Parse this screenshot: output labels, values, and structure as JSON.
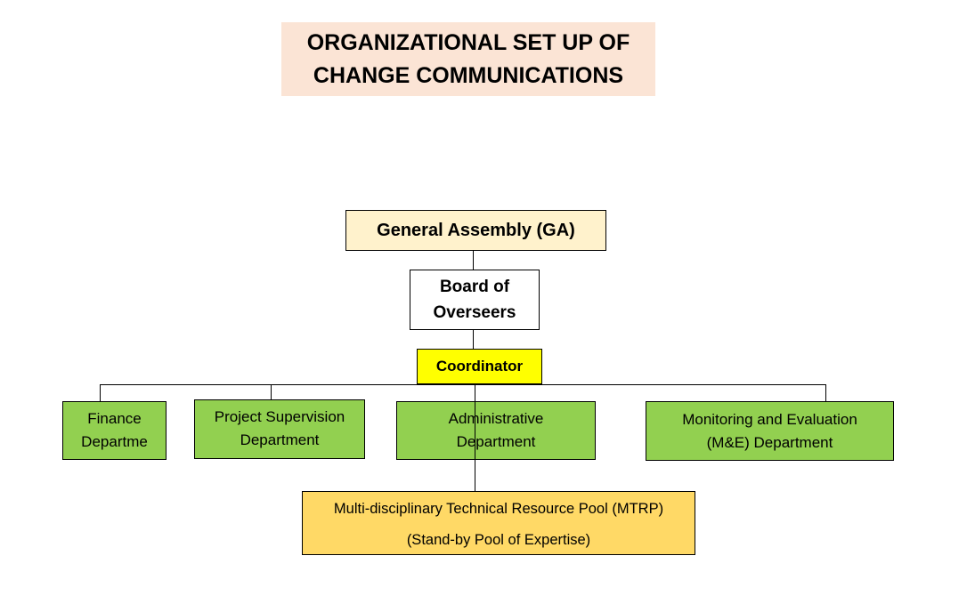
{
  "title": {
    "line1": "ORGANIZATIONAL SET UP OF",
    "line2": "CHANGE COMMUNICATIONS"
  },
  "nodes": {
    "general_assembly": "General Assembly (GA)",
    "board": {
      "line1": "Board of",
      "line2": "Overseers"
    },
    "coordinator": "Coordinator",
    "finance": {
      "line1": "Finance",
      "line2": "Departme"
    },
    "project_supervision": {
      "line1": "Project Supervision",
      "line2": "Department"
    },
    "administrative": {
      "line1": "Administrative",
      "line2": "Department"
    },
    "monitoring": {
      "line1": "Monitoring and Evaluation",
      "line2": "(M&E) Department"
    },
    "mtrp": {
      "line1": "Multi-disciplinary Technical Resource Pool (MTRP)",
      "line2": "(Stand-by Pool of Expertise)"
    }
  },
  "colors": {
    "title_bg": "#fbe4d5",
    "ga_bg": "#fff2cc",
    "coordinator_bg": "#ffff00",
    "dept_bg": "#92d050",
    "mtrp_bg": "#ffd966"
  }
}
